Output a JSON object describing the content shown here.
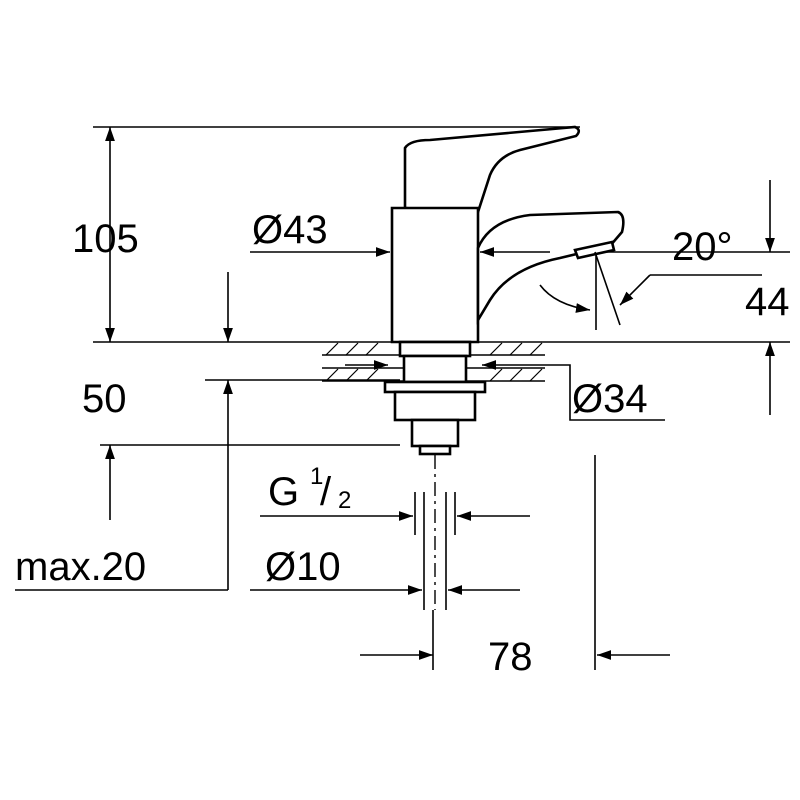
{
  "drawing": {
    "dimensions": {
      "height_total": "105",
      "body_diameter": "Ø43",
      "spout_angle": "20°",
      "spout_height": "44",
      "shank_length": "50",
      "hole_diameter": "Ø34",
      "thread_g": "G",
      "thread_num": "1",
      "thread_den": "2",
      "pipe_diameter": "Ø10",
      "max_deck_thickness": "max.20",
      "projection": "78"
    }
  }
}
